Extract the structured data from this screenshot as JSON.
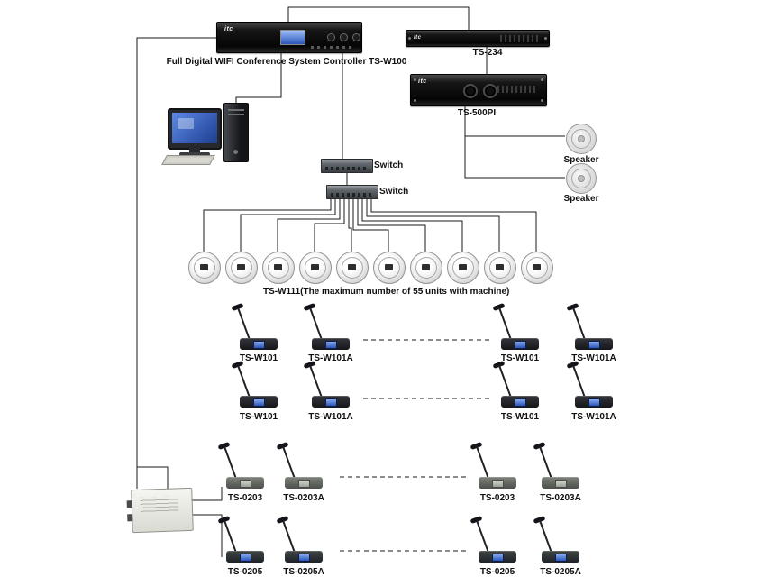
{
  "brand": "itc",
  "controller": {
    "label": "Full Digital WIFI Conference System Controller TS-W100"
  },
  "rack_ts234": {
    "label": "TS-234"
  },
  "amp_ts500pi": {
    "label": "TS-500PI"
  },
  "speakers": {
    "top_label": "Speaker",
    "bottom_label": "Speaker"
  },
  "switches": {
    "top_label": "Switch",
    "bottom_label": "Switch"
  },
  "ceiling_row": {
    "caption": "TS-W111(The maximum number of 55 units with machine)",
    "unit_count": 10
  },
  "mic_rows": [
    {
      "items": [
        {
          "label": "TS-W101"
        },
        {
          "label": "TS-W101A"
        },
        {
          "label": "TS-W101"
        },
        {
          "label": "TS-W101A"
        }
      ]
    },
    {
      "items": [
        {
          "label": "TS-W101"
        },
        {
          "label": "TS-W101A"
        },
        {
          "label": "TS-W101"
        },
        {
          "label": "TS-W101A"
        }
      ]
    },
    {
      "items": [
        {
          "label": "TS-0203"
        },
        {
          "label": "TS-0203A"
        },
        {
          "label": "TS-0203"
        },
        {
          "label": "TS-0203A"
        }
      ]
    },
    {
      "items": [
        {
          "label": "TS-0205"
        },
        {
          "label": "TS-0205A"
        },
        {
          "label": "TS-0205"
        },
        {
          "label": "TS-0205A"
        }
      ]
    }
  ],
  "colors": {
    "screen_blue": "#3a6fd8",
    "wire": "#1a1a1a"
  }
}
